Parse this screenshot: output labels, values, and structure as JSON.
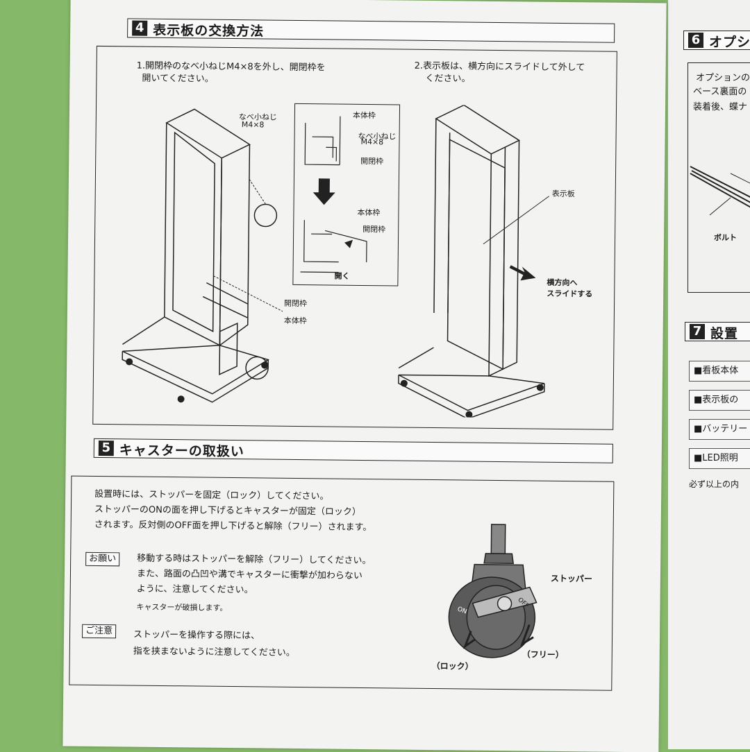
{
  "section4": {
    "num": "4",
    "title": "表示板の交換方法",
    "step1_line1": "1.開閉枠のなべ小ねじM4×8を外し、開閉枠を",
    "step1_line2": "開いてください。",
    "step2_line1": "2.表示板は、横方向にスライドして外して",
    "step2_line2": "ください。",
    "label_screw_1": "なべ小ねじ",
    "label_screw_2": "M4×8",
    "label_open_frame": "開閉枠",
    "label_body_frame": "本体枠",
    "detail_body_frame_top": "本体枠",
    "detail_screw_1": "なべ小ねじ",
    "detail_screw_2": "M4×8",
    "detail_open_frame_top": "開閉枠",
    "detail_body_frame_bottom": "本体枠",
    "detail_open_frame_bottom": "開閉枠",
    "detail_open": "開く",
    "label_display_board": "表示板",
    "label_slide_1": "横方向へ",
    "label_slide_2": "スライドする"
  },
  "section5": {
    "num": "5",
    "title": "キャスターの取扱い",
    "p1": "設置時には、ストッパーを固定（ロック）してください。",
    "p2": "ストッパーのONの面を押し下げるとキャスターが固定（ロック）",
    "p3": "されます。反対側のOFF面を押し下げると解除（フリー）されます。",
    "request_tag": "お願い",
    "request_1": "移動する時はストッパーを解除（フリー）してください。",
    "request_2": "また、路面の凸凹や溝でキャスターに衝撃が加わらない",
    "request_3": "ように、注意してください。",
    "request_note": "キャスターが破損します。",
    "caution_tag": "ご注意",
    "caution_1": "ストッパーを操作する際には、",
    "caution_2": "指を挟まないように注意してください。",
    "label_stopper": "ストッパー",
    "label_lock": "（ロック）",
    "label_free": "（フリー）",
    "label_on": "ON",
    "label_off": "OFF"
  },
  "section6": {
    "num": "6",
    "title": "オプシ",
    "line1": "オプションの",
    "line2": "ベース裏面の",
    "line3": "装着後、蝶ナ",
    "label_bolt": "ボルト"
  },
  "section7": {
    "num": "7",
    "title": "設置",
    "items": [
      "■看板本体",
      "■表示板の",
      "■バッテリー",
      "■LED照明"
    ],
    "footer": "必ず以上の内"
  },
  "colors": {
    "background": "#86b86a",
    "paper": "#f3f3f1",
    "ink": "#1a1a1a"
  }
}
